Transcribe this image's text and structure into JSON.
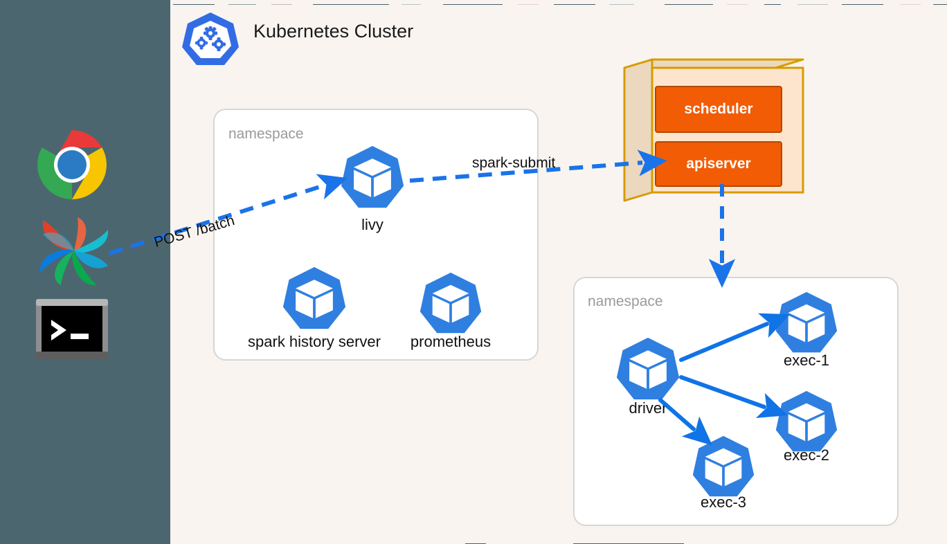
{
  "page": {
    "background_color": "#FFFFFF",
    "canvas_color": "#F9F4F0",
    "sidebar_color": "#4C6670"
  },
  "sidebar": {
    "name": "application-launcher",
    "items": [
      {
        "icon": "chrome-icon",
        "label": "Google Chrome"
      },
      {
        "icon": "airflow-icon",
        "label": "Apache Airflow"
      },
      {
        "icon": "terminal-icon",
        "label": "Terminal"
      }
    ]
  },
  "cluster": {
    "logo_icon": "kubernetes-icon",
    "title": "Kubernetes Cluster"
  },
  "namespaces": [
    {
      "id": "namespace-left",
      "label": "namespace",
      "pods": [
        {
          "id": "livy",
          "label": "livy"
        },
        {
          "id": "spark-history-server",
          "label": "spark history server"
        },
        {
          "id": "prometheus",
          "label": "prometheus"
        }
      ]
    },
    {
      "id": "namespace-right",
      "label": "namespace",
      "pods": [
        {
          "id": "driver",
          "label": "driver"
        },
        {
          "id": "exec-1",
          "label": "exec-1"
        },
        {
          "id": "exec-2",
          "label": "exec-2"
        },
        {
          "id": "exec-3",
          "label": "exec-3"
        }
      ]
    }
  ],
  "control_plane": {
    "id": "control-plane",
    "fill_front": "#FCE5CC",
    "fill_side": "#EBD8BE",
    "stroke": "#D79B00",
    "components": [
      {
        "id": "scheduler",
        "label": "scheduler",
        "color": "#F25C05",
        "border": "#B34700"
      },
      {
        "id": "apiserver",
        "label": "apiserver",
        "color": "#F25C05",
        "border": "#B34700"
      }
    ]
  },
  "connectors": [
    {
      "id": "post-batch",
      "label": "POST /batch",
      "from": "airflow-icon",
      "to": "livy",
      "style": "dashed",
      "color": "#1A73E8"
    },
    {
      "id": "spark-submit",
      "label": "spark-submit",
      "from": "livy",
      "to": "apiserver",
      "style": "dashed",
      "color": "#1A73E8"
    },
    {
      "id": "apiserver-to-namespace",
      "label": "",
      "from": "apiserver",
      "to": "namespace-right",
      "style": "dashed",
      "color": "#1A73E8"
    },
    {
      "id": "driver-to-exec-1",
      "label": "",
      "from": "driver",
      "to": "exec-1",
      "style": "solid",
      "color": "#1A73E8"
    },
    {
      "id": "driver-to-exec-2",
      "label": "",
      "from": "driver",
      "to": "exec-2",
      "style": "solid",
      "color": "#1A73E8"
    },
    {
      "id": "driver-to-exec-3",
      "label": "",
      "from": "driver",
      "to": "exec-3",
      "style": "solid",
      "color": "#1A73E8"
    }
  ],
  "colors": {
    "pod_blue": "#2F7FE0",
    "pod_blue_dark": "#2A6FD0",
    "arrow_blue": "#1A73E8",
    "namespace_border": "#D6D6D6",
    "namespace_label": "#9A9A9A",
    "text": "#111111"
  }
}
